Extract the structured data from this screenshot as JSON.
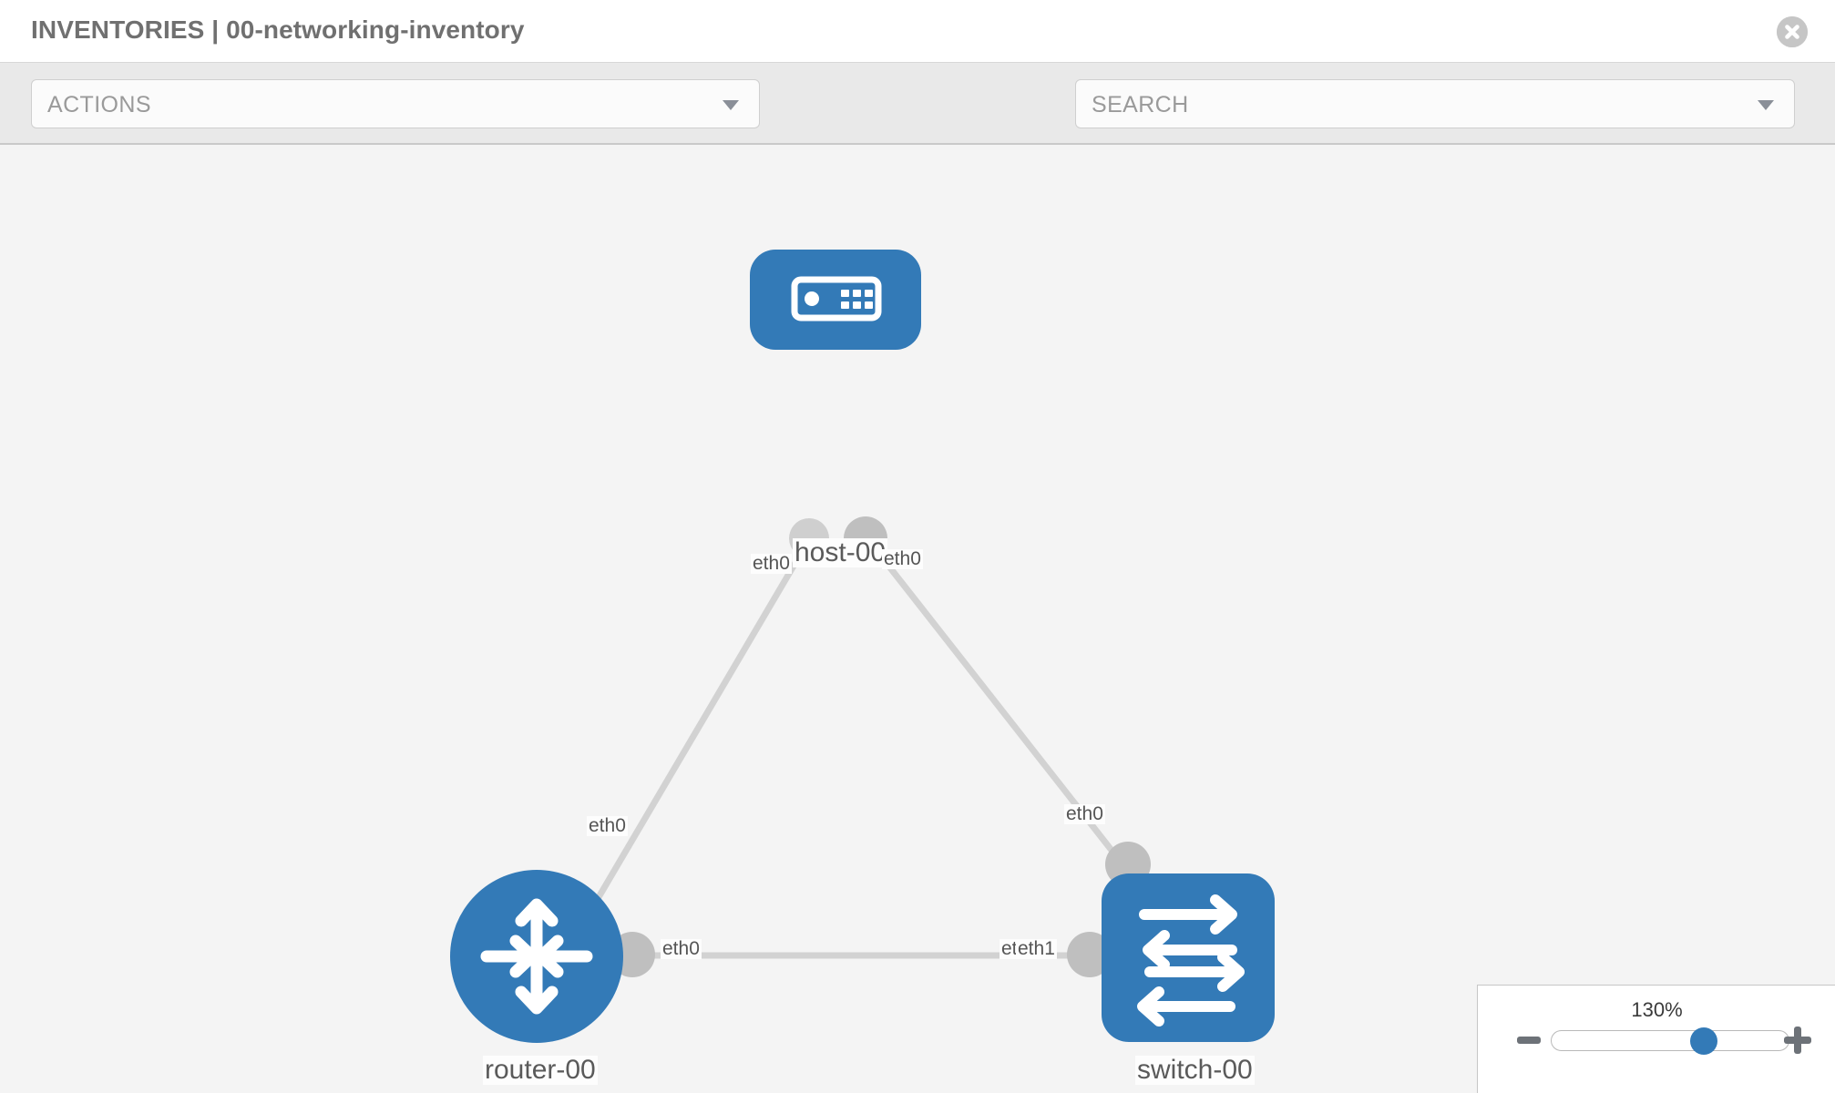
{
  "header": {
    "title": "INVENTORIES | 00-networking-inventory",
    "close_icon": "close-circle-icon"
  },
  "toolbar": {
    "actions_label": "ACTIONS",
    "actions_caret_icon": "chevron-down-icon",
    "wrench_icon": "wrench-icon",
    "key_icon": "key-icon",
    "search_placeholder": "SEARCH",
    "search_value": "",
    "search_caret_icon": "chevron-down-icon"
  },
  "topology": {
    "nodes": [
      {
        "id": "host-00",
        "label": "host-00",
        "type": "host",
        "icon": "server-icon",
        "shape": "rounded-rect"
      },
      {
        "id": "router-00",
        "label": "router-00",
        "type": "router",
        "icon": "router-arrows-icon",
        "shape": "circle"
      },
      {
        "id": "switch-00",
        "label": "switch-00",
        "type": "switch",
        "icon": "switch-arrows-icon",
        "shape": "rounded-square"
      }
    ],
    "edges": [
      {
        "from": "host-00",
        "to": "router-00",
        "from_label": "eth0",
        "to_label": "eth0"
      },
      {
        "from": "host-00",
        "to": "switch-00",
        "from_label": "eth0",
        "to_label": "eth0"
      },
      {
        "from": "router-00",
        "to": "switch-00",
        "from_label": "eth0",
        "to_label_a": "eth0",
        "to_label_b": "eth1"
      }
    ],
    "interface_labels": {
      "host_left": "eth0",
      "host_right": "eth0",
      "router_up": "eth0",
      "switch_up": "eth0",
      "router_right": "eth0",
      "switch_left_a": "eth0",
      "switch_left_b": "eth1"
    }
  },
  "zoom_control": {
    "level": "130%",
    "minus_label": "zoom-out",
    "plus_label": "zoom-in",
    "slider_value": 60
  },
  "colors": {
    "node_blue": "#337ab7",
    "edge_gray": "#d2d2d2",
    "connector_gray": "#bbbbbb",
    "canvas_bg": "#f4f4f4",
    "toolbar_bg": "#e9e9e9",
    "text_gray": "#707070"
  }
}
